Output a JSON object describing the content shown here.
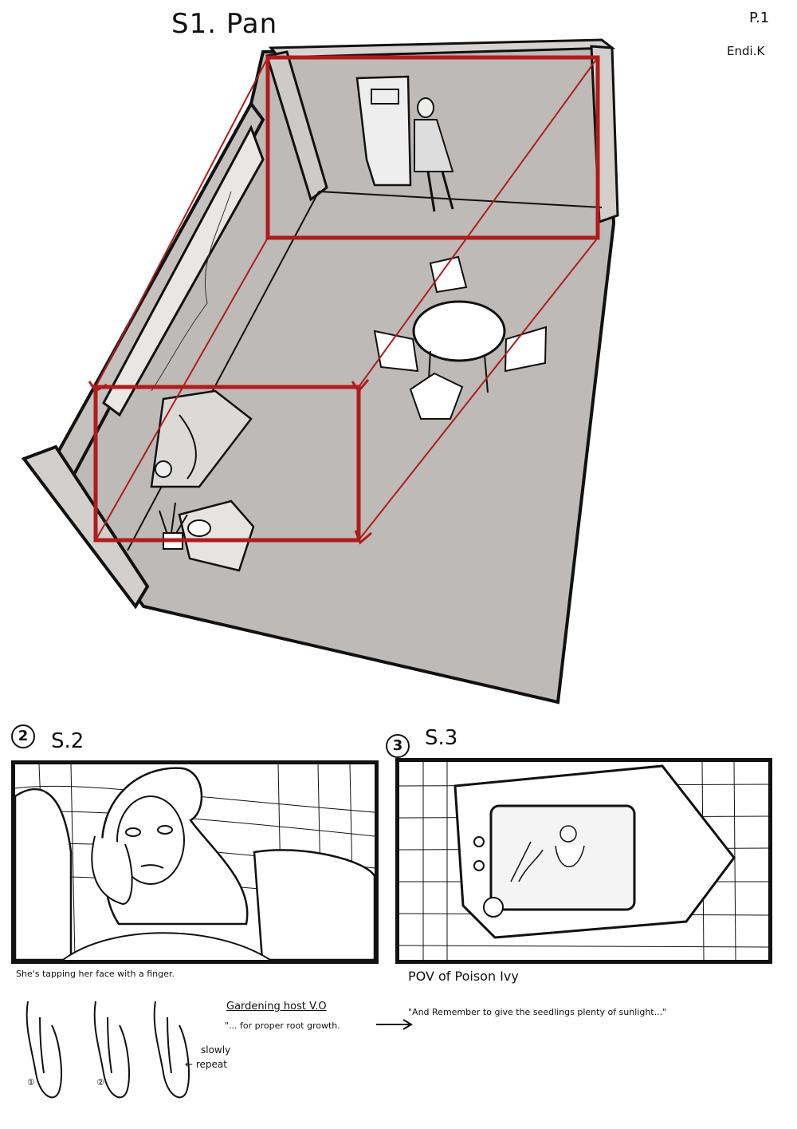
{
  "sheet": {
    "title": "S1. Pan",
    "page": "P.1",
    "artist": "Endi.K"
  },
  "shot2": {
    "circle_number": "2",
    "label": "S.2",
    "caption": "She's tapping her face  with a finger."
  },
  "shot3": {
    "circle_number": "3",
    "label": "S.3",
    "caption": "POV of Poison Ivy"
  },
  "dialogue": {
    "speaker": "Gardening host  V.O",
    "line1": "\"... for proper root growth.",
    "line2": "\"And  Remember to give the seedlings plenty of sunlight...\""
  },
  "hand_sequence": {
    "step1": "①",
    "step2": "②",
    "note_line1": "slowly",
    "note_line2": "← repeat"
  },
  "colors": {
    "camera_frame": "#b01c1c",
    "floor": "#b9b6b3",
    "wall_top": "#cfccca",
    "ink": "#111111"
  }
}
